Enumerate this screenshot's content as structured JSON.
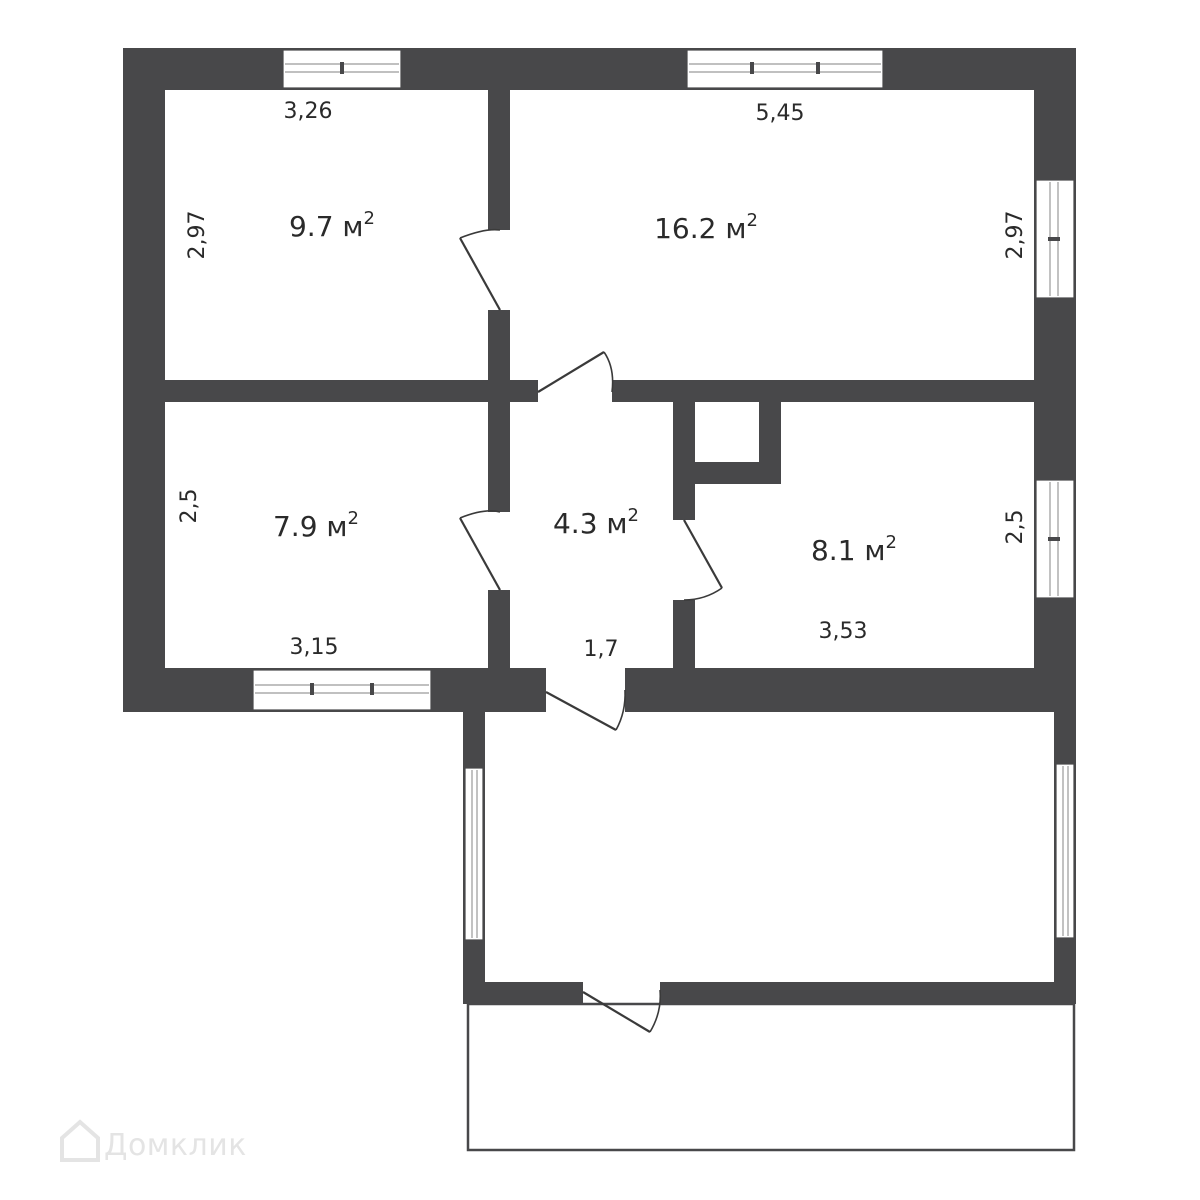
{
  "rooms": [
    {
      "area_value": "9.7",
      "area_unit": "м",
      "width_label": "3,26",
      "height_label": "2,97"
    },
    {
      "area_value": "16.2",
      "area_unit": "м",
      "width_label": "5,45",
      "height_label": "2,97"
    },
    {
      "area_value": "7.9",
      "area_unit": "м",
      "width_label": "3,15",
      "height_label": "2,5"
    },
    {
      "area_value": "4.3",
      "area_unit": "м",
      "width_label": "1,7"
    },
    {
      "area_value": "8.1",
      "area_unit": "м",
      "width_label": "3,53",
      "height_label": "2,5"
    }
  ],
  "unit_superscript": "2",
  "watermark": "Домклик",
  "colors": {
    "wall": "#48484a",
    "background": "#ffffff"
  }
}
